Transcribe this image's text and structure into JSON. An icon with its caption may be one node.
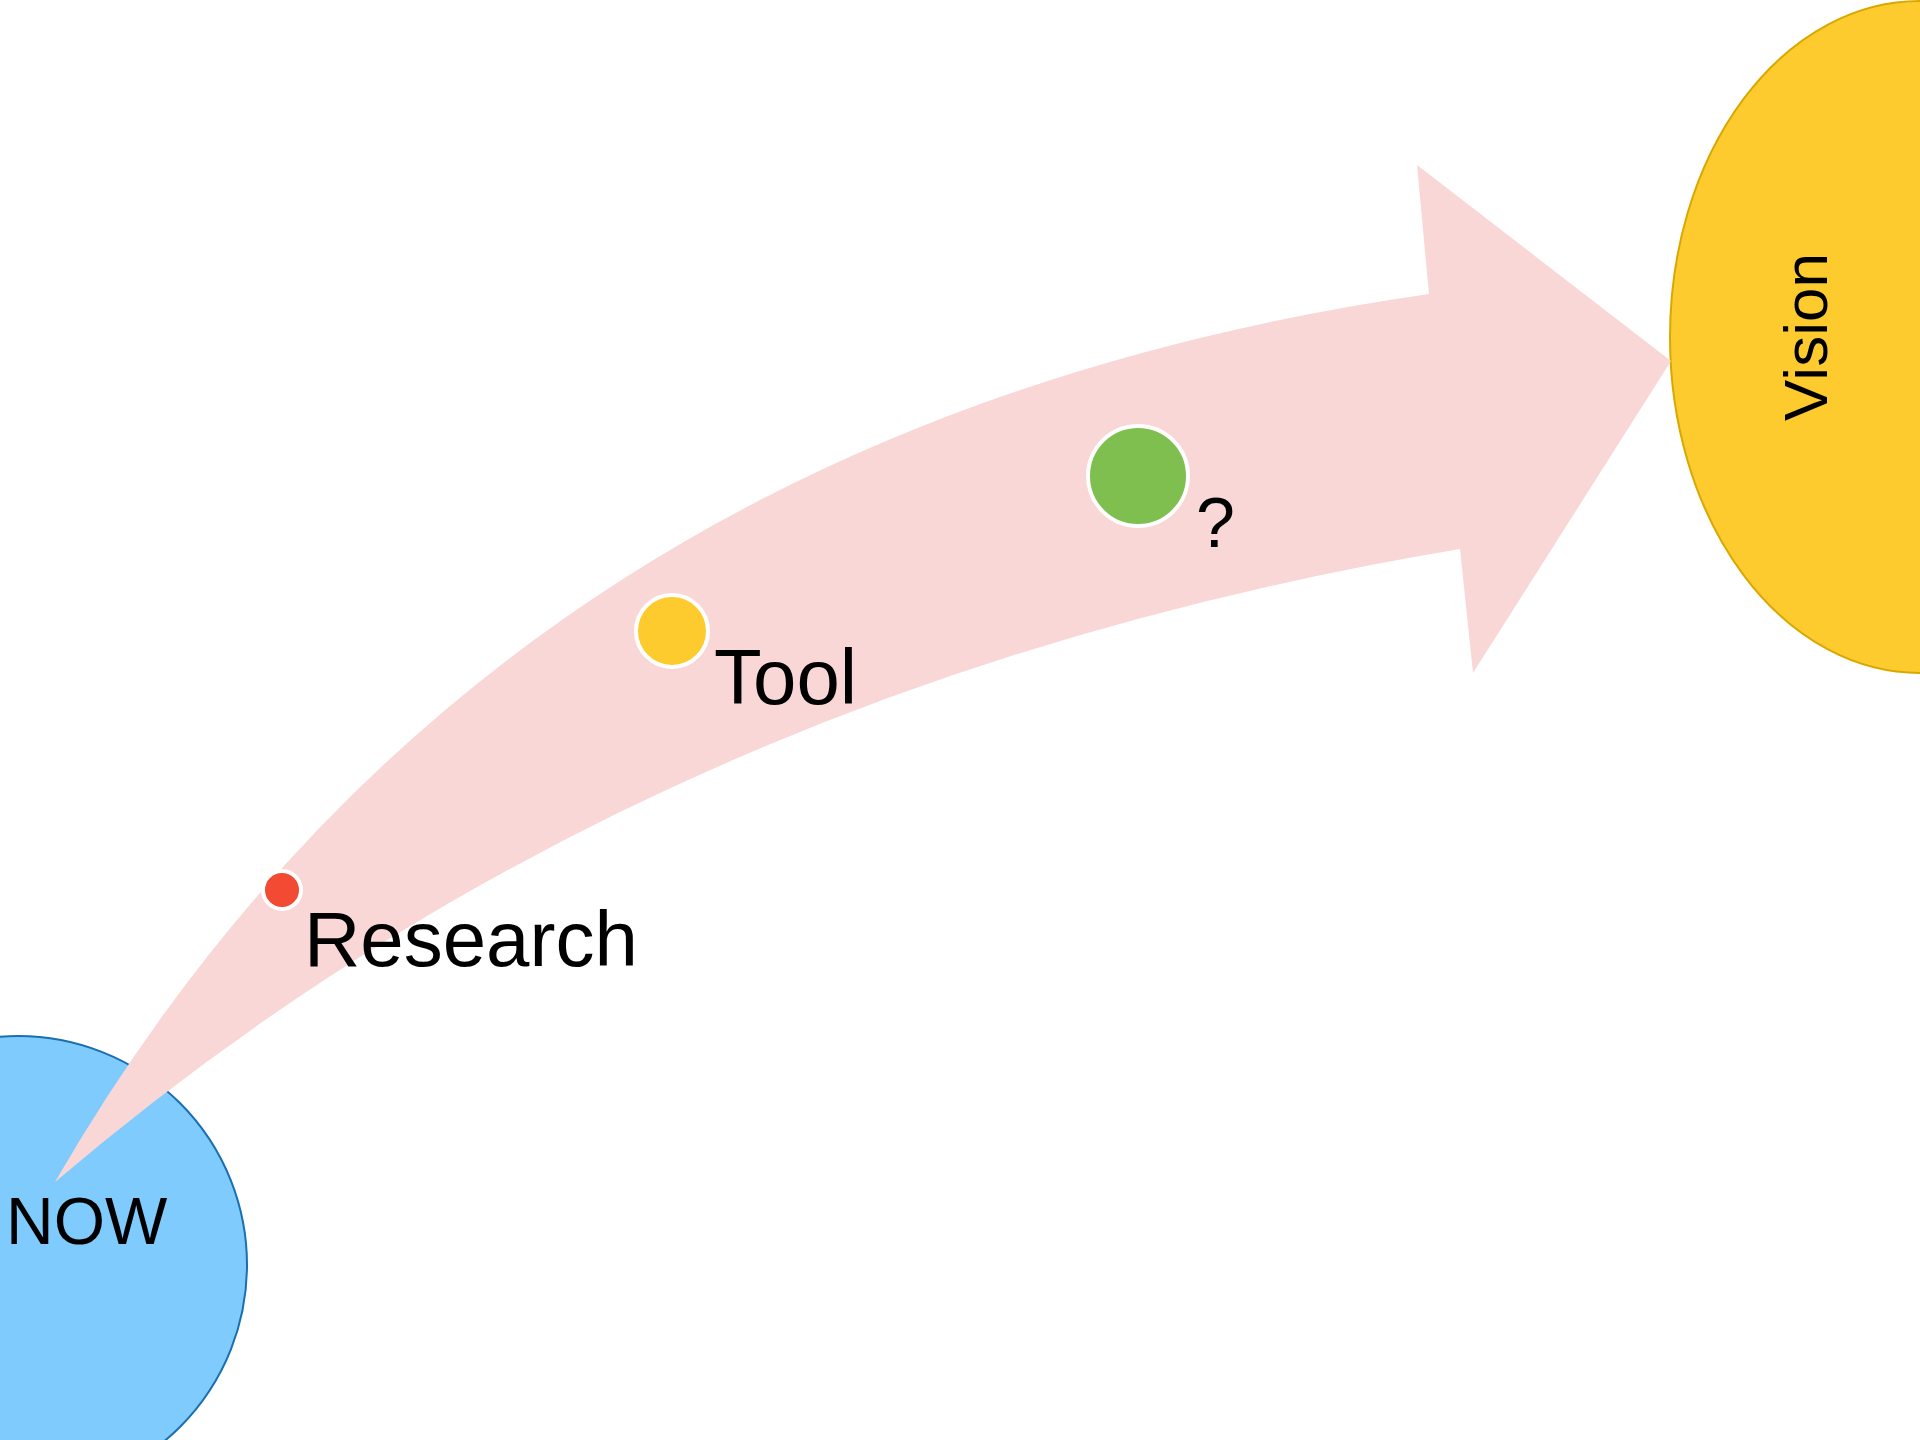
{
  "diagram": {
    "nodes": [
      {
        "text": [
          "NOW"
        ]
      },
      {
        "text": [],
        "shape": "circle",
        "beside": [
          "Research"
        ]
      },
      {
        "text": [],
        "shape": "circle",
        "beside": [
          "Tool"
        ]
      },
      {
        "text": [],
        "shape": "circle",
        "beside": [
          "?"
        ]
      },
      {
        "text": [
          "Vision"
        ]
      }
    ],
    "edges": [
      {
        "from": 0,
        "to": 4,
        "arrow": "to"
      }
    ]
  }
}
